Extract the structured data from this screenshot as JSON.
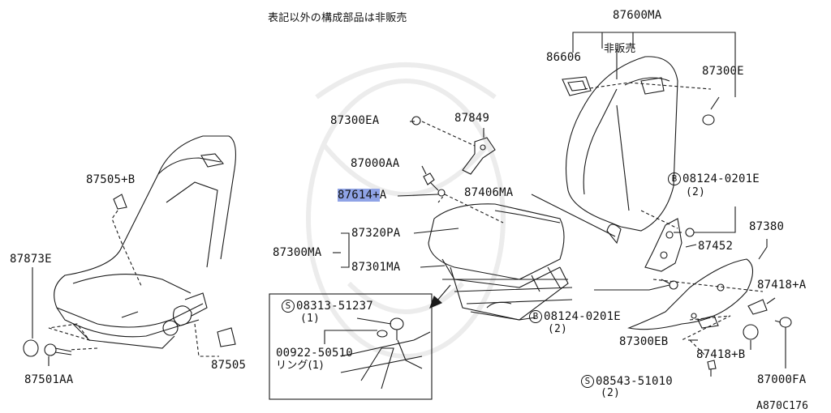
{
  "header_note": "表記以外の構成部品は非販売",
  "figure_code": "A870C176",
  "labels": {
    "p87600MA": "87600MA",
    "p86606": "86606",
    "not_sold": "非販売",
    "p87300E": "87300E",
    "p87300EA": "87300EA",
    "p87849": "87849",
    "p87000AA": "87000AA",
    "p87614A_part": "87614+",
    "p87614A_suffix": "A",
    "p87406MA": "87406MA",
    "p08124_top": "08124-0201E",
    "p08124_top_qty": "(2)",
    "p87505B": "87505+B",
    "p87320PA": "87320PA",
    "p87300MA": "87300MA",
    "p87301MA": "87301MA",
    "p87380": "87380",
    "p87452": "87452",
    "p87873E": "87873E",
    "p08313": "08313-51237",
    "p08313_qty": "(1)",
    "p00922": "00922-50510",
    "p00922_desc": "リング(1)",
    "p08124_bot": "08124-0201E",
    "p08124_bot_qty": "(2)",
    "p87418A": "87418+A",
    "p87300EB": "87300EB",
    "p87418B": "87418+B",
    "p87505": "87505",
    "p87501AA": "87501AA",
    "p08543": "08543-51010",
    "p08543_qty": "(2)",
    "p87000FA": "87000FA",
    "s_symbol": "S",
    "b_symbol": "B"
  },
  "colors": {
    "line": "#1a1a1a",
    "highlight": "#8fa3e6",
    "watermark": "#ececec"
  }
}
